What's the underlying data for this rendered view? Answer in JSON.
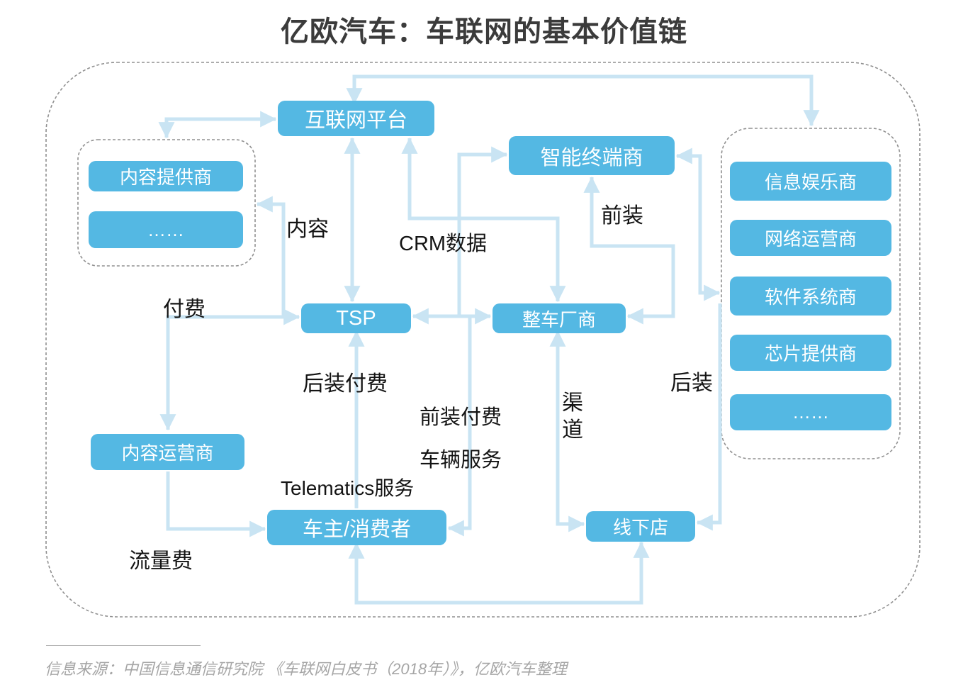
{
  "title": "亿欧汽车：车联网的基本价值链",
  "colors": {
    "node_fill": "#54b8e3",
    "arrow": "#c9e4f3",
    "dash_border": "#909090",
    "title_text": "#3b3b3b",
    "label_text": "#141414",
    "footer_text": "#a6a6a6"
  },
  "nodes": {
    "internet_platform": "互联网平台",
    "content_provider": "内容提供商",
    "content_more": "……",
    "smart_terminal": "智能终端商",
    "tsp": "TSP",
    "oem": "整车厂商",
    "content_operator": "内容运营商",
    "consumer": "车主/消费者",
    "offline_store": "线下店",
    "infotainment": "信息娱乐商",
    "network_operator": "网络运营商",
    "software_vendor": "软件系统商",
    "chip_provider": "芯片提供商",
    "components_more": "……"
  },
  "edge_labels": {
    "content": "内容",
    "pay": "付费",
    "crm_data": "CRM数据",
    "front_install": "前装",
    "aftermarket_pay": "后装付费",
    "front_install_pay": "前装付费",
    "vehicle_service": "车辆服务",
    "telematics_service": "Telematics服务",
    "channel": "渠道",
    "aftermarket": "后装",
    "data_fee": "流量费"
  },
  "footer": {
    "source": "信息来源：中国信息通信研究院 《车联网白皮书（2018年）》，亿欧汽车整理"
  }
}
